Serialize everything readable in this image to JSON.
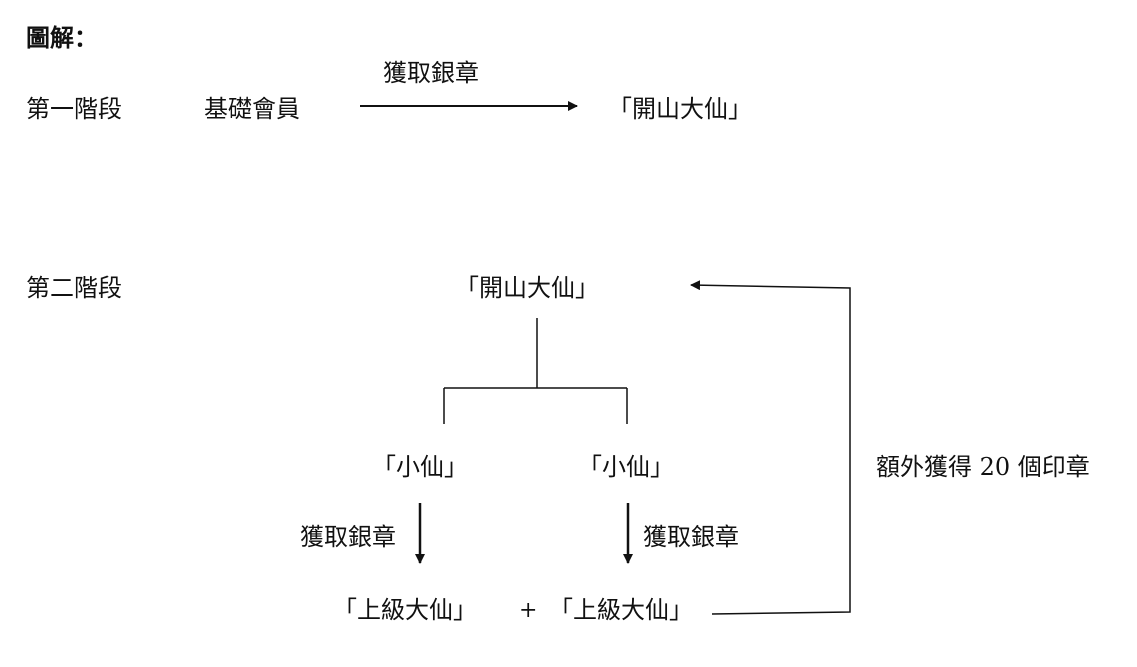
{
  "title": "圖解：",
  "stage1": {
    "label": "第一階段",
    "from": "基礎會員",
    "arrow_label": "獲取銀章",
    "to": "「開山大仙」"
  },
  "stage2": {
    "label": "第二階段",
    "top_node": "「開山大仙」",
    "child_left": "「小仙」",
    "child_right": "「小仙」",
    "arrow_label_left": "獲取銀章",
    "arrow_label_right": "獲取銀章",
    "bottom_left": "「上級大仙」",
    "plus": "+",
    "bottom_right": "「上級大仙」",
    "feedback_label": "額外獲得 20 個印章"
  }
}
